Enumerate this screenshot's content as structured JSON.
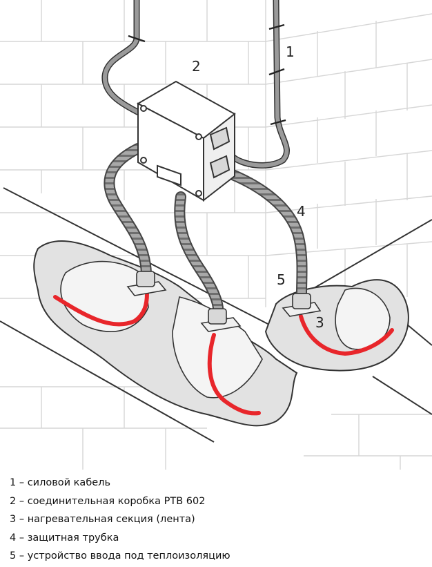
{
  "callouts": [
    "1",
    "2",
    "3",
    "4",
    "5"
  ],
  "legend": [
    "1 – силовой кабель",
    "2 – соединительная коробка PTB 602",
    "3 – нагревательная секция (лента)",
    "4 – защитная трубка",
    "5 – устройство ввода под теплоизоляцию"
  ],
  "colors": {
    "heating_cable": "#e8262b",
    "cable": "#9a9a9a",
    "outline": "#333333",
    "brick": "#d4d4d4",
    "insulation": "#e2e2e2"
  }
}
